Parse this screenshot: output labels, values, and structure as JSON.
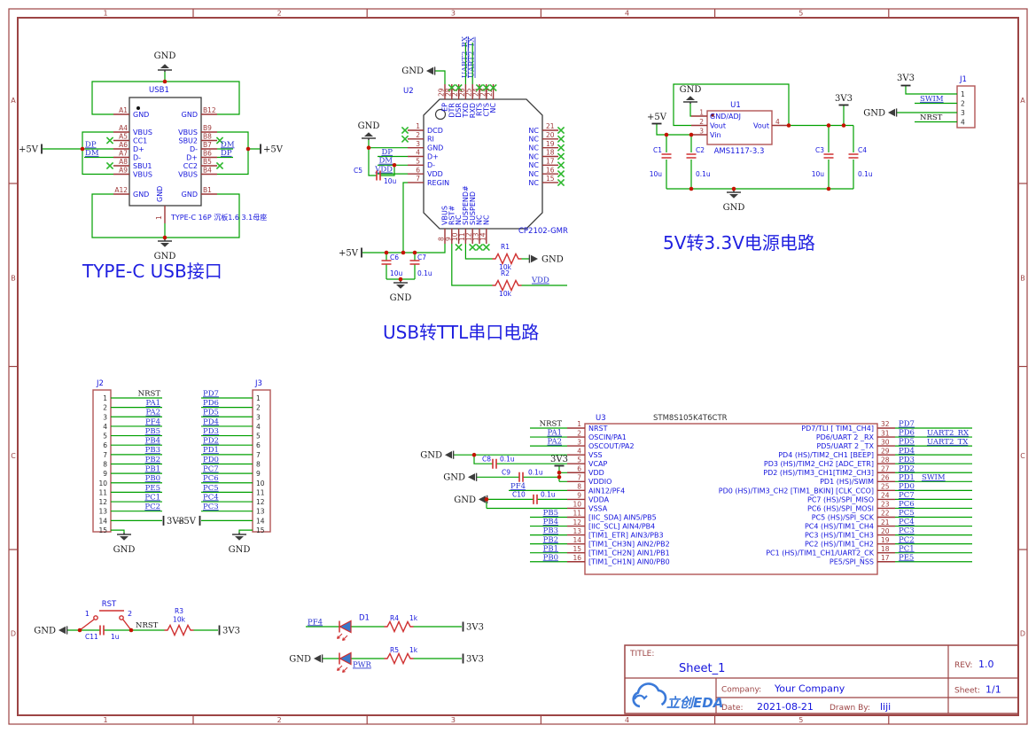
{
  "frame": {
    "cols": [
      {
        "n": "1"
      },
      {
        "n": "2"
      },
      {
        "n": "3"
      },
      {
        "n": "4"
      },
      {
        "n": "5"
      }
    ],
    "rows": [
      {
        "n": "A"
      },
      {
        "n": "B"
      },
      {
        "n": "C"
      },
      {
        "n": "D"
      }
    ]
  },
  "nets": {
    "gnd": "GND",
    "p5": "+5V",
    "v33": "3V3",
    "vdd": "VDD"
  },
  "titles": {
    "usb": "TYPE-C USB接口",
    "serial": "USB转TTL串口电路",
    "power": "5V转3.3V电源电路"
  },
  "usb1": {
    "ref": "USB1",
    "desc": "TYPE-C 16P 沉板1.6 3.1母座",
    "shell_num": "1",
    "shell_name": "GND",
    "a1": {
      "num": "A1",
      "name": "GND"
    },
    "a12": {
      "num": "A12",
      "name": "GND"
    },
    "b12": {
      "num": "B12",
      "name": "GND"
    },
    "b1": {
      "num": "B1",
      "name": "GND"
    },
    "left_pins": [
      {
        "num": "A4",
        "name": "VBUS"
      },
      {
        "num": "A5",
        "name": "CC1",
        "xcls": "ncx"
      },
      {
        "num": "A6",
        "name": "D+",
        "net": "DP",
        "wcls": "wire"
      },
      {
        "num": "A7",
        "name": "D-",
        "net": "DM",
        "wcls": "wire"
      },
      {
        "num": "A8",
        "name": "SBU1",
        "xcls": "ncx"
      },
      {
        "num": "A9",
        "name": "VBUS"
      }
    ],
    "right_pins": [
      {
        "num": "B9",
        "name": "VBUS"
      },
      {
        "num": "B8",
        "name": "SBU2",
        "xcls": "ncx"
      },
      {
        "num": "B7",
        "name": "D-",
        "net": "DM",
        "wcls": "wire"
      },
      {
        "num": "B6",
        "name": "D+",
        "net": "DP",
        "wcls": "wire"
      },
      {
        "num": "B5",
        "name": "CC2",
        "xcls": "ncx"
      },
      {
        "num": "B4",
        "name": "VBUS"
      }
    ]
  },
  "u2": {
    "ref": "U2",
    "part": "CP2102-GMR",
    "uart_rx": "UART2_RX",
    "uart_tx": "UART2_TX",
    "c5": {
      "ref": "C5",
      "val": "10u"
    },
    "c6": {
      "ref": "C6",
      "val": "10u"
    },
    "c7": {
      "ref": "C7",
      "val": "0.1u"
    },
    "r1": {
      "ref": "R1",
      "val": "10k"
    },
    "r2": {
      "ref": "R2",
      "val": "10k"
    },
    "top_pins": [
      {
        "num": "29",
        "name": "EP"
      },
      {
        "num": "28",
        "name": "DTR",
        "xcls": "ncx"
      },
      {
        "num": "27",
        "name": "DSR",
        "xcls": "ncx"
      },
      {
        "num": "26",
        "name": "TXD",
        "wcls": "wire"
      },
      {
        "num": "25",
        "name": "RXD",
        "wcls": "wire"
      },
      {
        "num": "24",
        "name": "RTS",
        "xcls": "ncx"
      },
      {
        "num": "23",
        "name": "CTS",
        "xcls": "ncx"
      },
      {
        "num": "22",
        "name": "NC",
        "xcls": "ncx"
      }
    ],
    "left_pins": [
      {
        "num": "1",
        "name": "DCD",
        "xcls": "ncx"
      },
      {
        "num": "2",
        "name": "RI",
        "xcls": "ncx"
      },
      {
        "num": "3",
        "name": "GND"
      },
      {
        "num": "4",
        "name": "D+",
        "net": "DP",
        "wcls": "wire"
      },
      {
        "num": "5",
        "name": "D-",
        "net": "DM",
        "wcls": "wire"
      },
      {
        "num": "6",
        "name": "VDD",
        "net": "VDD",
        "wcls": "wire"
      },
      {
        "num": "7",
        "name": "REGIN"
      }
    ],
    "right_pins": [
      {
        "num": "21",
        "name": "NC"
      },
      {
        "num": "20",
        "name": "NC"
      },
      {
        "num": "19",
        "name": "NC"
      },
      {
        "num": "18",
        "name": "NC"
      },
      {
        "num": "17",
        "name": "NC"
      },
      {
        "num": "16",
        "name": "NC"
      },
      {
        "num": "15",
        "name": "NC"
      }
    ],
    "bottom_pins": [
      {
        "num": "8",
        "name": "VBUS"
      },
      {
        "num": "9",
        "name": "RST#"
      },
      {
        "num": "10",
        "name": "NC",
        "xcls": "ncx"
      },
      {
        "num": "11",
        "name": "SUSPEND#"
      },
      {
        "num": "12",
        "name": "SUSPEND",
        "xcls": "ncx"
      },
      {
        "num": "13",
        "name": "NC",
        "xcls": "ncx"
      },
      {
        "num": "14",
        "name": "NC",
        "xcls": "ncx"
      }
    ]
  },
  "u1": {
    "ref": "U1",
    "part": "AMS1117-3.3",
    "p1": {
      "num": "1",
      "name": "GND/ADJ"
    },
    "p2": {
      "num": "2",
      "name": "Vout"
    },
    "p3": {
      "num": "3",
      "name": "Vin"
    },
    "p4": {
      "num": "4",
      "name": "Vout"
    },
    "c1": {
      "ref": "C1",
      "val": "10u"
    },
    "c2": {
      "ref": "C2",
      "val": "0.1u"
    },
    "c3": {
      "ref": "C3",
      "val": "10u"
    },
    "c4": {
      "ref": "C4",
      "val": "0.1u"
    }
  },
  "j1": {
    "ref": "J1",
    "pins": [
      {
        "num": "1"
      },
      {
        "num": "2",
        "net": "SWIM"
      },
      {
        "num": "3"
      },
      {
        "num": "4",
        "net": "NRST",
        "cls": "netflag"
      }
    ]
  },
  "j2": {
    "ref": "J2",
    "pins": [
      {
        "num": "1"
      },
      {
        "num": "2"
      },
      {
        "num": "3"
      },
      {
        "num": "4"
      },
      {
        "num": "5"
      },
      {
        "num": "6"
      },
      {
        "num": "7"
      },
      {
        "num": "8"
      },
      {
        "num": "9"
      },
      {
        "num": "10"
      },
      {
        "num": "11"
      },
      {
        "num": "12"
      },
      {
        "num": "13"
      },
      {
        "num": "14"
      },
      {
        "num": "15"
      }
    ],
    "nets": [
      {
        "net": "NRST",
        "cls": "netflag"
      },
      {
        "net": "PA1"
      },
      {
        "net": "PA2"
      },
      {
        "net": "PF4"
      },
      {
        "net": "PB5"
      },
      {
        "net": "PB4"
      },
      {
        "net": "PB3"
      },
      {
        "net": "PB2"
      },
      {
        "net": "PB1"
      },
      {
        "net": "PB0"
      },
      {
        "net": "PE5"
      },
      {
        "net": "PC1"
      },
      {
        "net": "PC2"
      }
    ]
  },
  "j3": {
    "ref": "J3",
    "pins": [
      {
        "num": "1"
      },
      {
        "num": "2"
      },
      {
        "num": "3"
      },
      {
        "num": "4"
      },
      {
        "num": "5"
      },
      {
        "num": "6"
      },
      {
        "num": "7"
      },
      {
        "num": "8"
      },
      {
        "num": "9"
      },
      {
        "num": "10"
      },
      {
        "num": "11"
      },
      {
        "num": "12"
      },
      {
        "num": "13"
      },
      {
        "num": "14"
      },
      {
        "num": "15"
      }
    ],
    "nets": [
      {
        "net": "PD7"
      },
      {
        "net": "PD6"
      },
      {
        "net": "PD5"
      },
      {
        "net": "PD4"
      },
      {
        "net": "PD3"
      },
      {
        "net": "PD2"
      },
      {
        "net": "PD1"
      },
      {
        "net": "PD0"
      },
      {
        "net": "PC7"
      },
      {
        "net": "PC6"
      },
      {
        "net": "PC5"
      },
      {
        "net": "PC4"
      },
      {
        "net": "PC3"
      }
    ]
  },
  "u3": {
    "ref": "U3",
    "part": "STM8S105K4T6CTR",
    "c8": {
      "ref": "C8",
      "val": "0.1u"
    },
    "c9": {
      "ref": "C9",
      "val": "0.1u"
    },
    "c10": {
      "ref": "C10",
      "val": "0.1u"
    },
    "pf4": "PF4",
    "swim": "SWIM",
    "uart_rx": "UART2_RX",
    "uart_tx": "UART2_TX",
    "left_nets_top": [
      {
        "net": "NRST",
        "cls": "netflag"
      },
      {
        "net": "PA1"
      },
      {
        "net": "PA2"
      }
    ],
    "left_nets_pb": [
      {
        "net": "PB5"
      },
      {
        "net": "PB4"
      },
      {
        "net": "PB3"
      },
      {
        "net": "PB2"
      },
      {
        "net": "PB1"
      },
      {
        "net": "PB0"
      }
    ],
    "left_pins": [
      {
        "num": "1",
        "name": "NRST"
      },
      {
        "num": "2",
        "name": "OSCIN/PA1"
      },
      {
        "num": "3",
        "name": "OSCOUT/PA2"
      },
      {
        "num": "4",
        "name": "VSS",
        "fill": "#1a1a1a"
      },
      {
        "num": "5",
        "name": "VCAP"
      },
      {
        "num": "6",
        "name": "VDD",
        "fill": "#d02626"
      },
      {
        "num": "7",
        "name": "VDDIO",
        "fill": "#d02626"
      },
      {
        "num": "8",
        "name": "AIN12/PF4"
      },
      {
        "num": "9",
        "name": "VDDA",
        "fill": "#d02626"
      },
      {
        "num": "10",
        "name": "VSSA",
        "fill": "#1a1a1a"
      },
      {
        "num": "11",
        "name": "[IIC_SDA] AIN5/PB5"
      },
      {
        "num": "12",
        "name": "[IIC_SCL] AIN4/PB4"
      },
      {
        "num": "13",
        "name": "[TIM1_ETR] AIN3/PB3"
      },
      {
        "num": "14",
        "name": "[TIM1_CH3N] AIN2/PB2"
      },
      {
        "num": "15",
        "name": "[TIM1_CH2N] AIN1/PB1"
      },
      {
        "num": "16",
        "name": "[TIM1_CH1N] AIN0/PB0"
      }
    ],
    "right_pins": [
      {
        "num": "32",
        "name": "PD7/TLI [ TIM1_CH4]",
        "net": "PD7"
      },
      {
        "num": "31",
        "name": "PD6/UART 2 _RX",
        "net": "PD6"
      },
      {
        "num": "30",
        "name": "PD5/UART 2 _TX",
        "net": "PD5"
      },
      {
        "num": "29",
        "name": "PD4 (HS)/TIM2_CH1 [BEEP]",
        "net": "PD4"
      },
      {
        "num": "28",
        "name": "PD3 (HS)/TIM2_CH2 [ADC_ETR]",
        "net": "PD3"
      },
      {
        "num": "27",
        "name": "PD2 (HS)/TIM3_CH1[TIM2_CH3]",
        "net": "PD2"
      },
      {
        "num": "26",
        "name": "PD1 (HS)/SWIM",
        "net": "PD1"
      },
      {
        "num": "25",
        "name": "PD0 (HS)/TIM3_CH2 [TIM1_BKIN] [CLK_CCO]",
        "net": "PD0"
      },
      {
        "num": "24",
        "name": "PC7 (HS)/SPI_MISO",
        "net": "PC7"
      },
      {
        "num": "23",
        "name": "PC6 (HS)/SPI_MOSI",
        "net": "PC6"
      },
      {
        "num": "22",
        "name": "PC5 (HS)/SPI_SCK",
        "net": "PC5"
      },
      {
        "num": "21",
        "name": "PC4 (HS)/TIM1_CH4",
        "net": "PC4"
      },
      {
        "num": "20",
        "name": "PC3 (HS)/TIM1_CH3",
        "net": "PC3"
      },
      {
        "num": "19",
        "name": "PC2 (HS)/TIM1_CH2",
        "net": "PC2"
      },
      {
        "num": "18",
        "name": "PC1 (HS)/TIM1_CH1/UART2_CK",
        "net": "PC1"
      },
      {
        "num": "17",
        "name": "PE5/SPI_NSS",
        "net": "PE5"
      }
    ]
  },
  "reset": {
    "ref": "RST",
    "p1": "1",
    "p2": "2",
    "c11": {
      "ref": "C11",
      "val": "1u"
    },
    "r3": {
      "ref": "R3",
      "val": "10k"
    },
    "net": "NRST"
  },
  "leds": {
    "d1": "D1",
    "pwr": "PWR",
    "pf4": "PF4",
    "r4": {
      "ref": "R4",
      "val": "1k"
    },
    "r5": {
      "ref": "R5",
      "val": "1k"
    }
  },
  "titleblock": {
    "title_label": "TITLE:",
    "title": "Sheet_1",
    "rev_label": "REV:",
    "rev": "1.0",
    "company_label": "Company:",
    "company": "Your Company",
    "sheet_label": "Sheet:",
    "sheet": "1/1",
    "date_label": "Date:",
    "date": "2021-08-21",
    "drawn_label": "Drawn By:",
    "drawn": "liji",
    "logo": "立创EDA"
  }
}
